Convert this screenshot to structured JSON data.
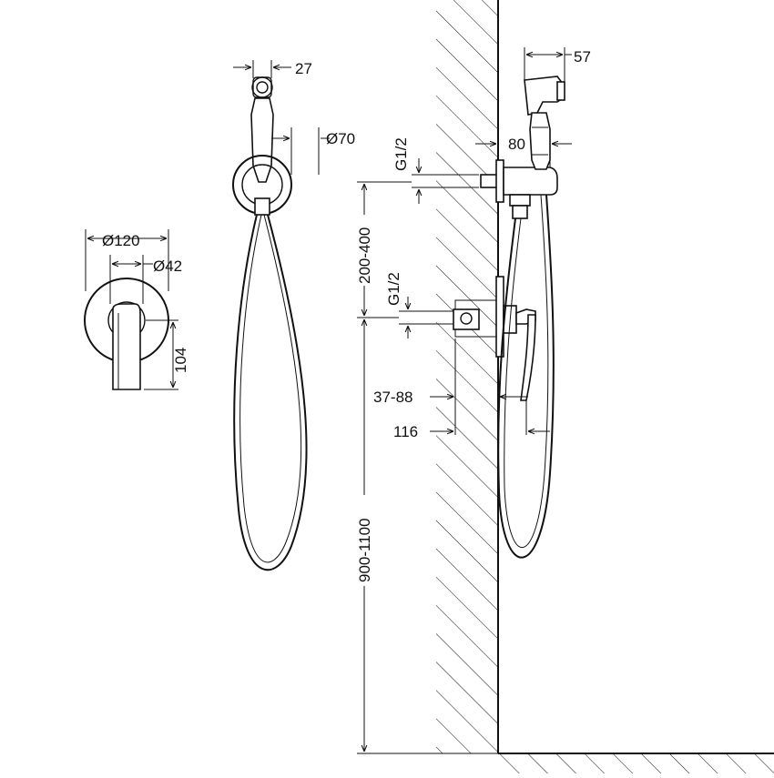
{
  "dimensions": {
    "spray_width": "27",
    "holder_diameter": "Ø70",
    "plate_diameter": "Ø120",
    "handle_diameter": "Ø42",
    "handle_length": "104",
    "spray_depth": "57",
    "holder_offset": "80",
    "thread_upper": "G1/2",
    "thread_lower": "G1/2",
    "outlet_spacing": "200-400",
    "mount_height": "900-1100",
    "embed_depth": "37-88",
    "mixer_projection": "116"
  }
}
